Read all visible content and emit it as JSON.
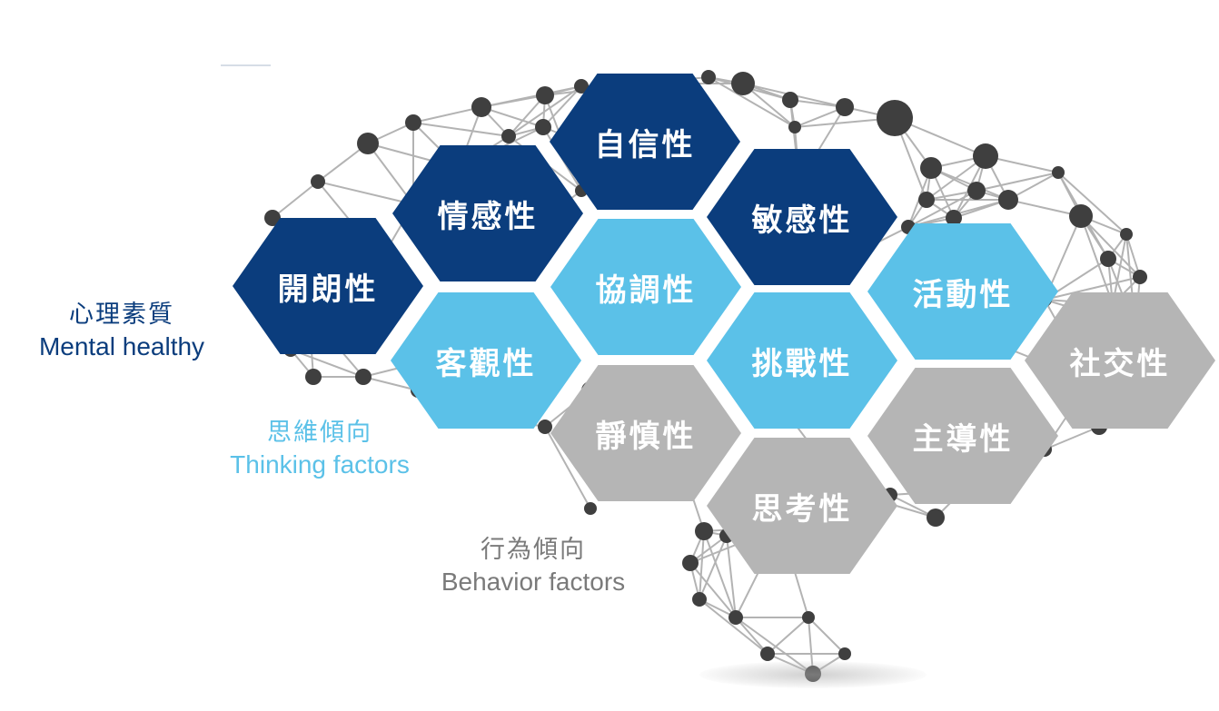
{
  "legend": {
    "mental": {
      "zh": "心理素質",
      "en": "Mental healthy"
    },
    "thinking": {
      "zh": "思維傾向",
      "en": "Thinking factors"
    },
    "behavior": {
      "zh": "行為傾向",
      "en": "Behavior factors"
    }
  },
  "hexagons": [
    {
      "label": "自信性",
      "category": "mental"
    },
    {
      "label": "情感性",
      "category": "mental"
    },
    {
      "label": "敏感性",
      "category": "mental"
    },
    {
      "label": "開朗性",
      "category": "mental"
    },
    {
      "label": "協調性",
      "category": "thinking"
    },
    {
      "label": "活動性",
      "category": "thinking"
    },
    {
      "label": "客觀性",
      "category": "thinking"
    },
    {
      "label": "挑戰性",
      "category": "thinking"
    },
    {
      "label": "社交性",
      "category": "behavior"
    },
    {
      "label": "靜慎性",
      "category": "behavior"
    },
    {
      "label": "主導性",
      "category": "behavior"
    },
    {
      "label": "思考性",
      "category": "behavior"
    }
  ],
  "colors": {
    "mental": "#0b3d7d",
    "thinking": "#5bc1e8",
    "behavior": "#b5b5b5",
    "network_node": "#3f3f3f",
    "network_line": "#9a9a9a"
  }
}
